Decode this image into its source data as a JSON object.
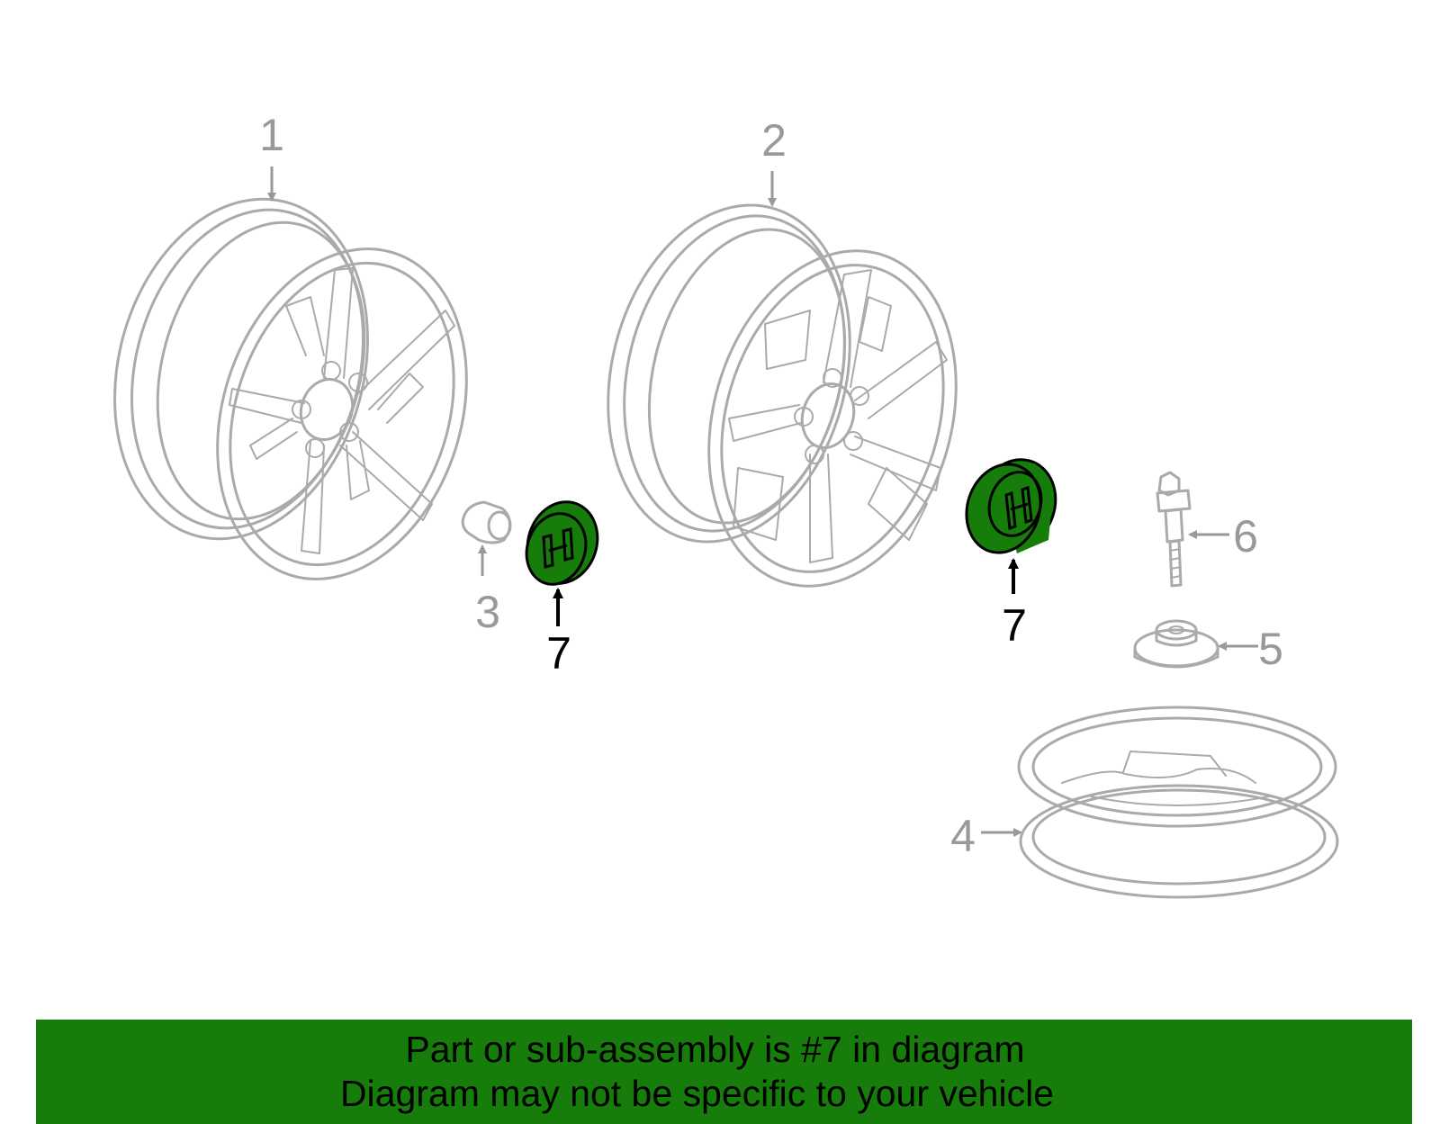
{
  "callouts": {
    "c1": "1",
    "c2": "2",
    "c3": "3",
    "c4": "4",
    "c5": "5",
    "c6": "6",
    "c7a": "7",
    "c7b": "7"
  },
  "banner": {
    "line1": "Part or sub-assembly is #7 in diagram",
    "line2": "Diagram may not be specific to your vehicle"
  },
  "colors": {
    "highlight": "#177d0a",
    "parts_outline": "#aaaaaa",
    "callout_grey": "#999999"
  }
}
